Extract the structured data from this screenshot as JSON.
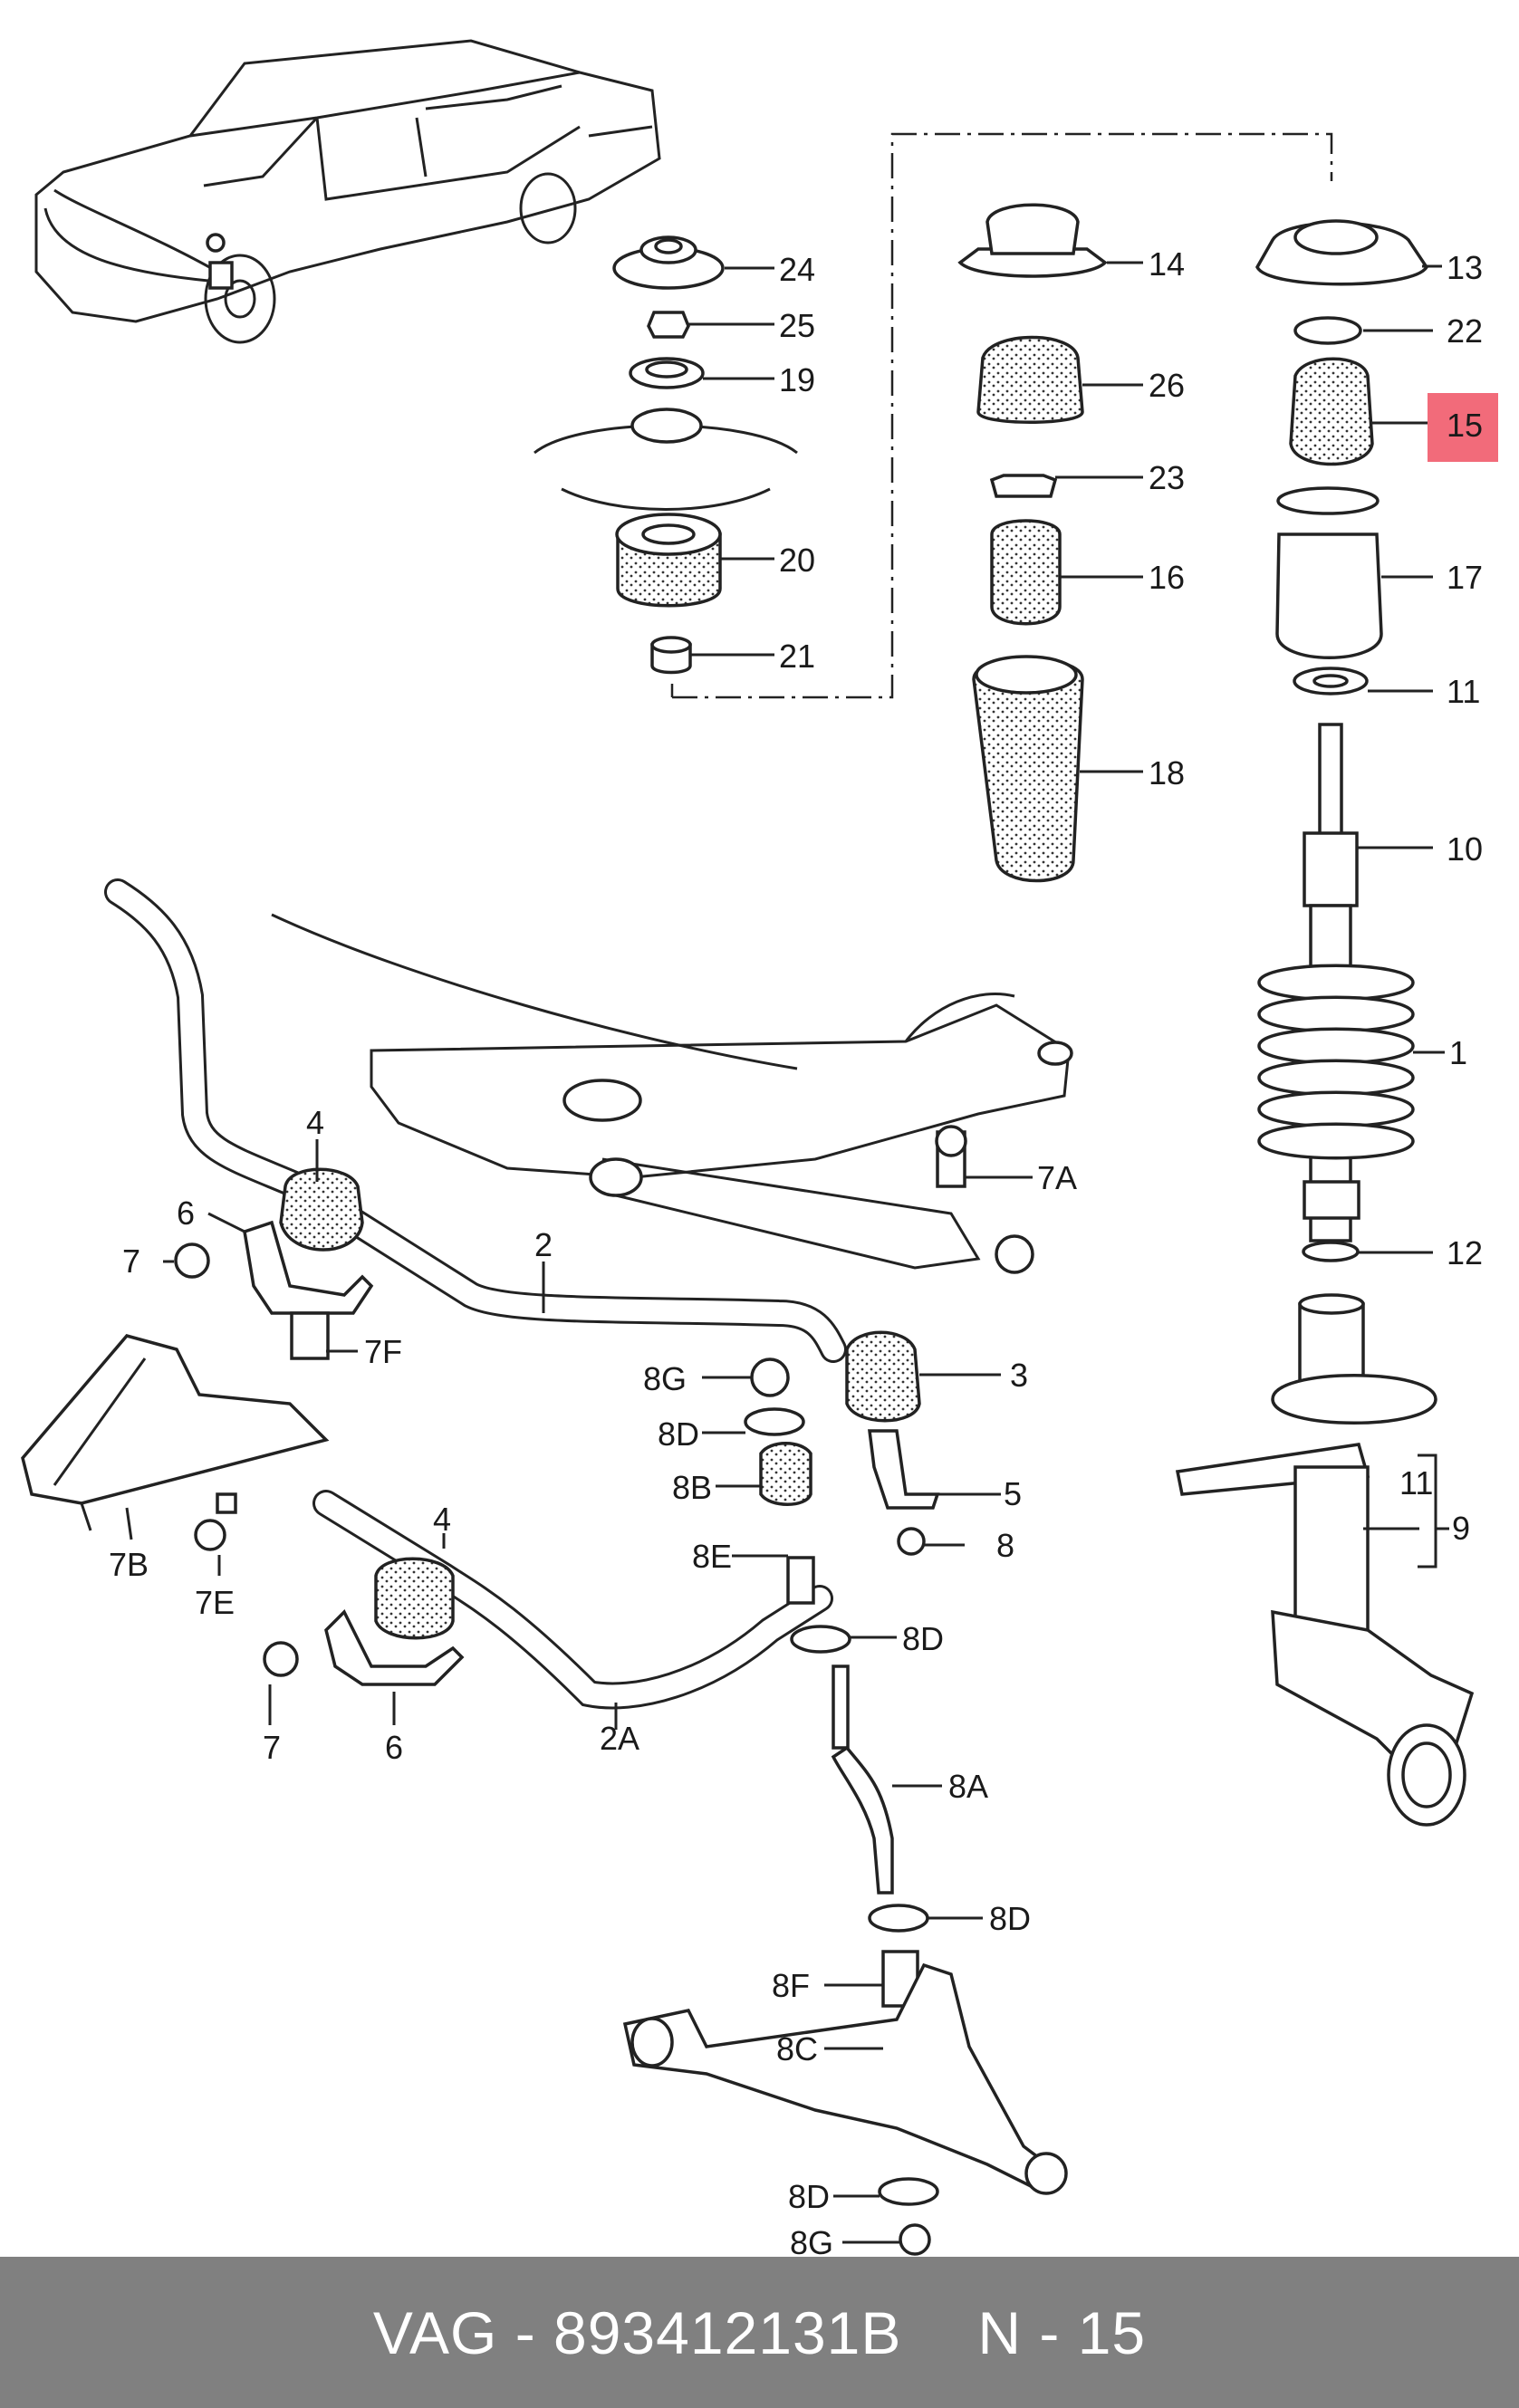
{
  "footer": {
    "brand": "VAG",
    "separator": "-",
    "part_number": "893412131B",
    "ref_label": "N - 15"
  },
  "highlight": {
    "label": "15",
    "color": "#f26b7a"
  },
  "callouts": {
    "c24": "24",
    "c25": "25",
    "c19": "19",
    "c20": "20",
    "c21": "21",
    "c14": "14",
    "c26": "26",
    "c23": "23",
    "c16": "16",
    "c18": "18",
    "c13": "13",
    "c22": "22",
    "c17": "17",
    "c11a": "11",
    "c10": "10",
    "c1": "1",
    "c12": "12",
    "c11b": "11",
    "c9": "9",
    "c4a": "4",
    "c6a": "6",
    "c7a": "7",
    "c2": "2",
    "c7A": "7A",
    "c7F": "7F",
    "c7B": "7B",
    "c7E": "7E",
    "c3": "3",
    "c8G": "8G",
    "c8Da": "8D",
    "c8B": "8B",
    "c5": "5",
    "c8": "8",
    "c8E": "8E",
    "c4b": "4",
    "c7b": "7",
    "c6b": "6",
    "c2A": "2A",
    "c8Db": "8D",
    "c8A": "8A",
    "c8Dc": "8D",
    "c8F": "8F",
    "c8C": "8C",
    "c8Dd": "8D",
    "c8Gb": "8G"
  }
}
